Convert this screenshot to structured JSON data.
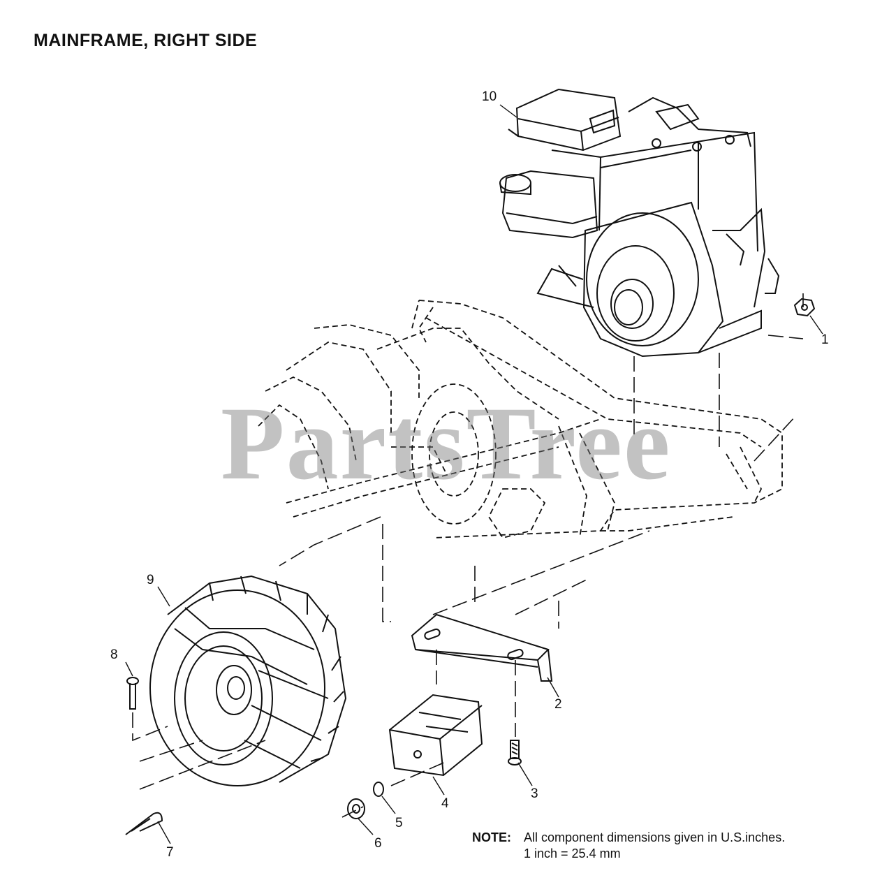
{
  "title": "MAINFRAME, RIGHT SIDE",
  "watermark": "PartsTree",
  "callouts": [
    "1",
    "2",
    "3",
    "4",
    "5",
    "6",
    "7",
    "8",
    "9",
    "10"
  ],
  "note": {
    "label": "NOTE:",
    "line1": "All component dimensions given in U.S.inches.",
    "line2": "1 inch = 25.4 mm"
  }
}
